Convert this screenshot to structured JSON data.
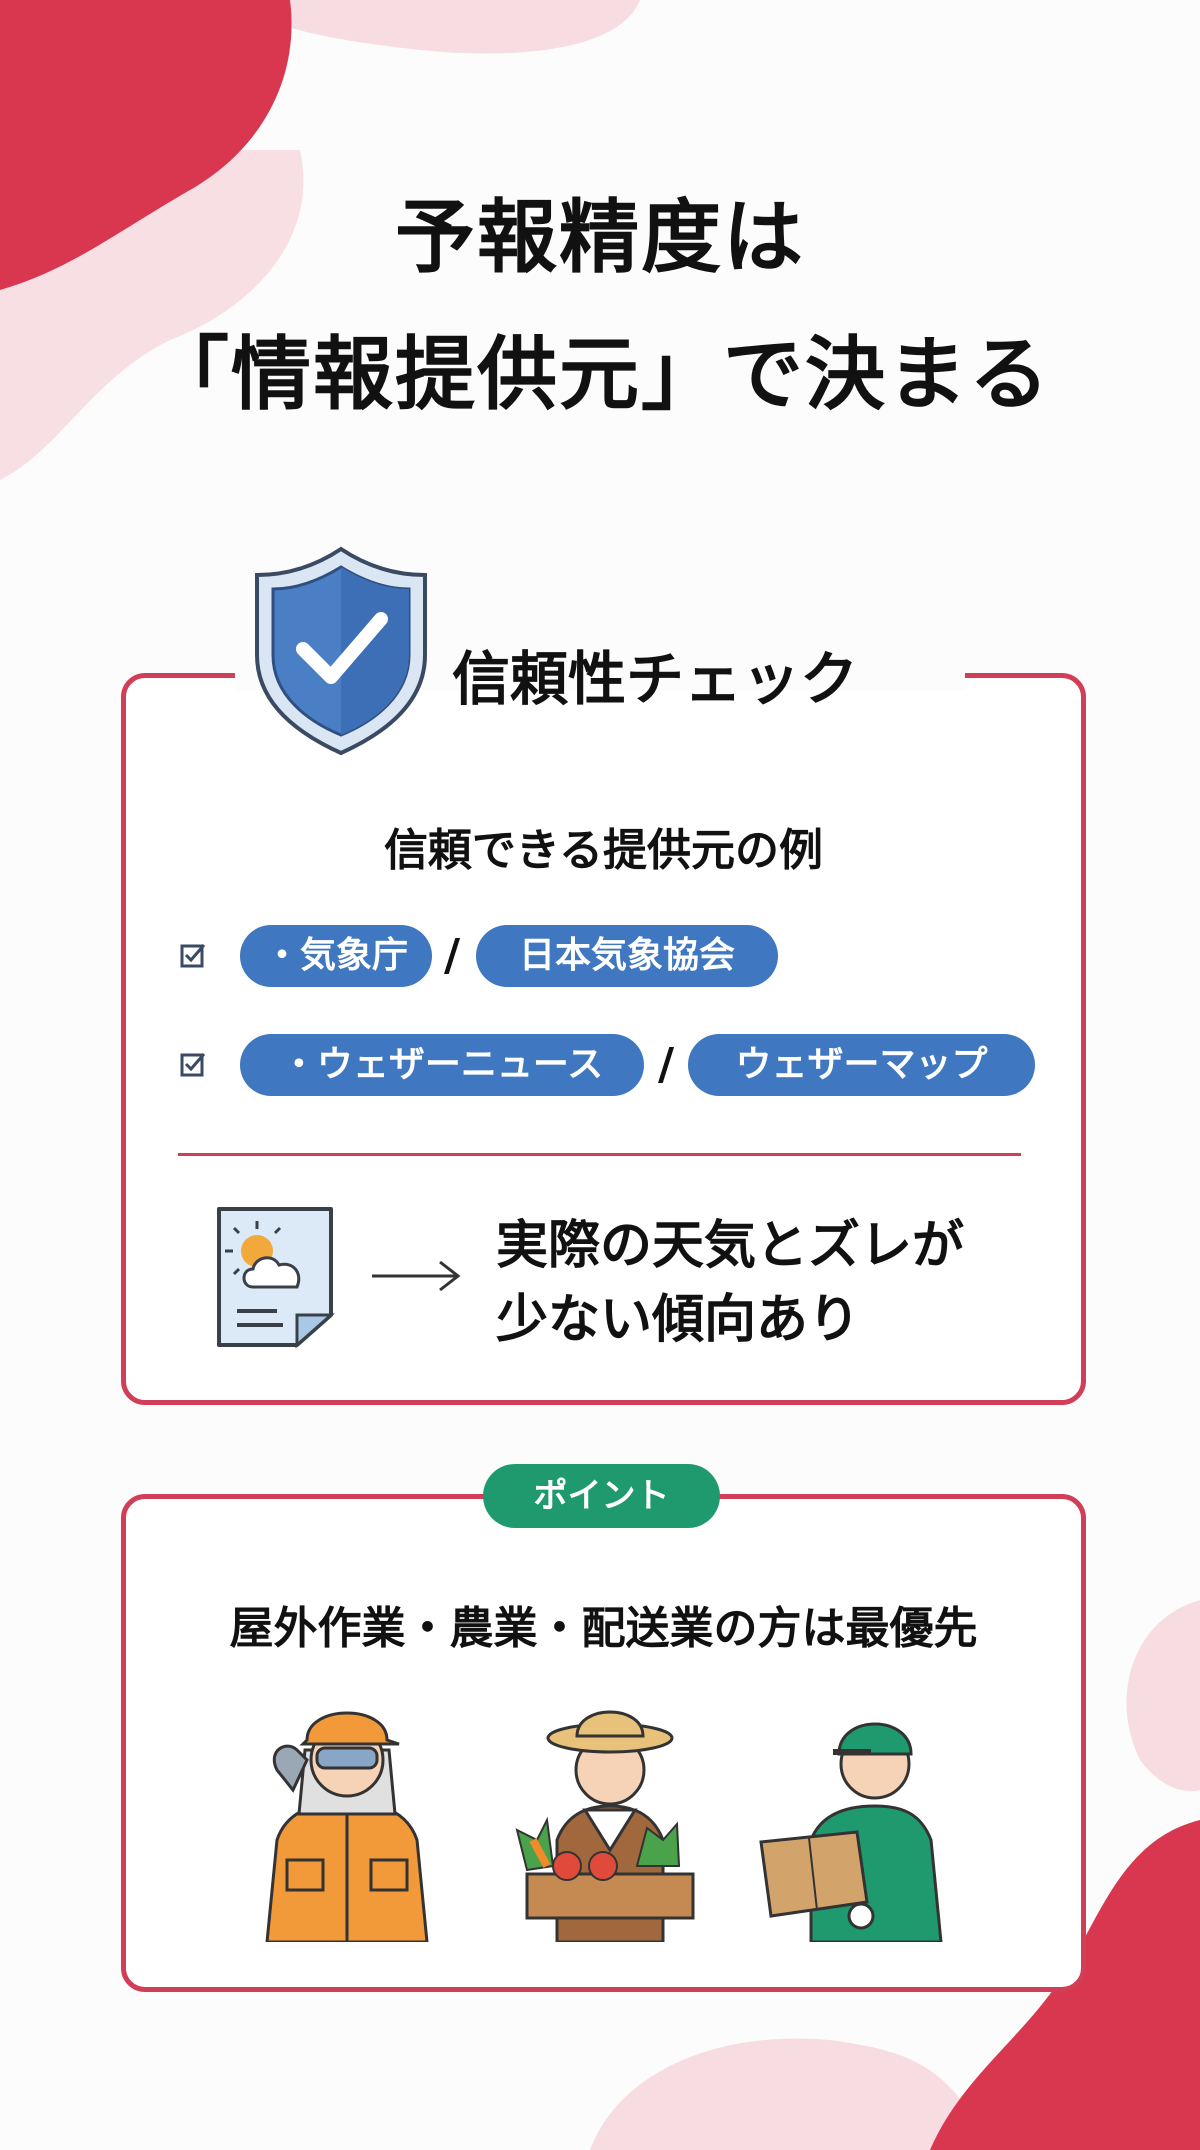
{
  "title": {
    "line1": "予報精度は",
    "line2": "「情報提供元」で決まる"
  },
  "check_section": {
    "heading": "信頼性チェック",
    "subheading": "信頼できる提供元の例",
    "rows": [
      {
        "items": [
          "・気象庁",
          "日本気象協会"
        ],
        "separator": "/"
      },
      {
        "items": [
          "・ウェザーニュース",
          "ウェザーマップ"
        ],
        "separator": "/"
      }
    ],
    "result_line1": "実際の天気とズレが",
    "result_line2": "少ない傾向あり"
  },
  "point_section": {
    "badge": "ポイント",
    "text": "屋外作業・農業・配送業の方は最優先"
  },
  "colors": {
    "accent_red": "#d13e58",
    "pill_blue": "#3f78c0",
    "badge_green": "#1f9a6e",
    "blob_pink": "#f7dce1"
  },
  "icons": [
    "shield-check-icon",
    "checkbox-icon",
    "weather-document-icon",
    "arrow-right-icon",
    "outdoor-worker-illustration",
    "farmer-illustration",
    "delivery-worker-illustration"
  ]
}
